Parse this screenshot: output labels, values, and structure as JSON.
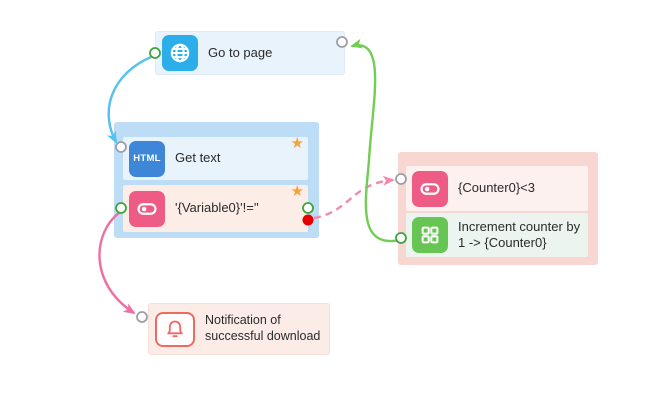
{
  "nodes": {
    "go_to_page": {
      "label": "Go to page"
    },
    "main_group": {
      "get_text": {
        "label": "Get text"
      },
      "condition": {
        "label": "'{Variable0}'!=''"
      }
    },
    "loop_group": {
      "condition": {
        "label": "{Counter0}<3"
      },
      "increment": {
        "label": "Increment counter by 1 -> {Counter0}"
      }
    },
    "notification": {
      "label": "Notification of successful download"
    }
  },
  "icons": {
    "html_badge": "HTML",
    "star": "★"
  },
  "colors": {
    "edge_blue": "#55C1F0",
    "edge_pink": "#EF6FA3",
    "edge_dashed_pink": "#F28AB0",
    "edge_green": "#71CE52",
    "star_gold": "#F2A33C",
    "breakpoint_red": "#E60000",
    "port_green": "#3FA33F",
    "port_gray": "#9AA0A6"
  }
}
